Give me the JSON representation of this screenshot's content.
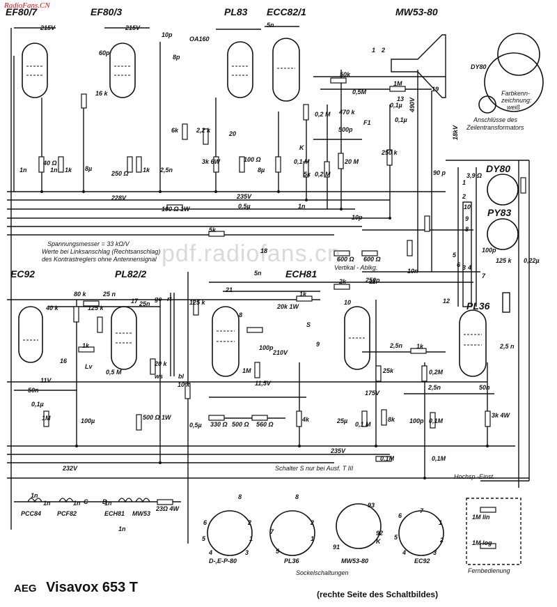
{
  "watermark_site": "RadioFans.CN",
  "watermark_pdf": "pdf.radiofans.cn",
  "title": {
    "brand": "AEG",
    "model": "Visavox 653 T"
  },
  "caption": "(rechte Seite des Schaltbildes)",
  "tubes": {
    "ef80_7": "EF80/7",
    "ef80_3": "EF80/3",
    "pl83": "PL83",
    "ecc82_1": "ECC82/1",
    "mw53": "MW53-80",
    "dy80": "DY80",
    "py83": "PY83",
    "ec92": "EC92",
    "pl82_2": "PL82/2",
    "ech81": "ECH81",
    "pl36": "PL36"
  },
  "voltages": {
    "v215a": "215V",
    "v215b": "215V",
    "v228": "228V",
    "v235a": "235V",
    "v235b": "235V",
    "v232": "232V",
    "v175": "175V",
    "v11": "11V",
    "v210": "210V",
    "v115": "11,5V",
    "v490": "490V",
    "v18k": "18kV"
  },
  "components": {
    "c5n_top": "5n",
    "c60p": "60p",
    "c10p": "10p",
    "oa160": "OA160",
    "c8p": "8p",
    "r16k": "16 k",
    "c1n_a": "1n",
    "r40": "40 Ω",
    "r1k_a": "1k",
    "c1n_b": "1n",
    "c8u": "8µ",
    "r250": "250 Ω",
    "r1k_b": "1k",
    "c25n": "2,5n",
    "r6k": "6k",
    "r22k": "2,2 k",
    "r3k": "3k 6W",
    "r100": "100 Ω",
    "c8u_b": "8µ",
    "r01m": "0,1 M",
    "r5k": "5k",
    "r02m_a": "0,2 M",
    "r02m_b": "0,2 M",
    "r20m": "20 M",
    "r50k": "50k",
    "r05m": "0,5M",
    "r470": "470 k",
    "c500p": "500p",
    "r1m": "1M",
    "c01u_a": "0,1µ",
    "r250k": "250 k",
    "c01u_b": "0,1µ",
    "r100_1w": "100 Ω 1W",
    "c05u": "0,5µ",
    "c1n_c": "1n",
    "r5k_b": "5k",
    "f1": "F1",
    "c90p": "90 p",
    "r39": "3,9 Ω",
    "c10p_b": "10p",
    "r600a": "600 Ω",
    "r600b": "600 Ω",
    "c100p": "100p",
    "r125k": "125 k",
    "c022u": "0,22µ",
    "c10n": "10n",
    "r40k": "40 k",
    "r80k": "80 k",
    "r125k_b": "125 k",
    "c25n_b": "25 n",
    "c25n_c": "25n",
    "r1k_c": "1k",
    "r05m_b": "0,5 M",
    "c50n": "50n",
    "c01u_c": "0,1µ",
    "r1m_b": "1M",
    "c100u": "100µ",
    "r500": "500 Ω 1W",
    "r20k": "20 k",
    "r125k_c": "125 k",
    "r10k": "10 k",
    "c05u_b": "0,5µ",
    "c5n": "5n",
    "r2k": "2k",
    "c250p": "250p",
    "r1k_d": "1k",
    "r20k_1w": "20k 1W",
    "c100p_b": "100p",
    "r1m_c": "1M",
    "r330": "330 Ω",
    "r500_b": "500 Ω",
    "r560": "560 Ω",
    "r4k": "4k",
    "c25u": "25µ",
    "r01m_b": "0,1 M",
    "r8k": "8k",
    "r25k": "25k",
    "r02m_c": "0,2M",
    "c25n_d": "2,5n",
    "r1k_e": "1k",
    "c25n_e": "2,5n",
    "r01m_c": "0,1M",
    "c50n_b": "50n",
    "r3k4w": "3k 4W",
    "c25n_f": "2,5 n",
    "r01m_d": "0,1M",
    "r01m_e": "0,1M",
    "c100p_c": "100p",
    "r232": "23Ω 4W",
    "c1n_d": "1n",
    "c1n_e": "1n",
    "c1n_f": "1n",
    "c1n_g": "1n",
    "c1n_h": "1n",
    "r1m_f": "1M lin",
    "r1m_g": "1M log"
  },
  "heater_chain": [
    "PCC84",
    "PCF82",
    "ECH81",
    "MW53"
  ],
  "heater_letters": {
    "c": "C",
    "b": "B"
  },
  "test_points": [
    "1",
    "2",
    "8",
    "9",
    "10",
    "11",
    "12",
    "13",
    "16",
    "17",
    "18",
    "19",
    "20",
    "21"
  ],
  "notes": {
    "meter1": "Spannungsmesser = 33 kΩ/V",
    "meter2": "Werte bei Linksanschlag (Rechtsanschlag)",
    "meter3": "des Kontrastreglers ohne Antennensignal",
    "vert": "Vertikal - Ablkg.",
    "schalter": "Schalter S nur bei Ausf. T III",
    "hochsp": "Hochsp.-Einst.",
    "farben1": "Farbkenn-",
    "farben2": "zeichnung:",
    "farben3": "weiß",
    "anschl1": "Anschlüsse des",
    "anschl2": "Zeilentransformators",
    "sockel": "Sockelschaltungen",
    "fern": "Fernbedienung",
    "switch_s": "S",
    "lv": "Lv",
    "ge": "ge",
    "rt": "rt",
    "ws": "ws",
    "bl": "bl",
    "k": "K"
  },
  "sockets": [
    "D-,E-P-80",
    "PL36",
    "MW53-80",
    "EC92"
  ],
  "socket_pins": {
    "s1": [
      "8",
      "2",
      "6",
      "1",
      "5",
      "4",
      "3"
    ],
    "s2": [
      "8",
      "2",
      "1",
      "7",
      "5"
    ],
    "s3": [
      "93",
      "92",
      "91",
      "K"
    ],
    "s4": [
      "7",
      "6",
      "1",
      "5",
      "2",
      "4",
      "3"
    ]
  },
  "transformer_pins": [
    "1",
    "2",
    "3",
    "4",
    "5",
    "6",
    "7",
    "8",
    "9",
    "10"
  ]
}
